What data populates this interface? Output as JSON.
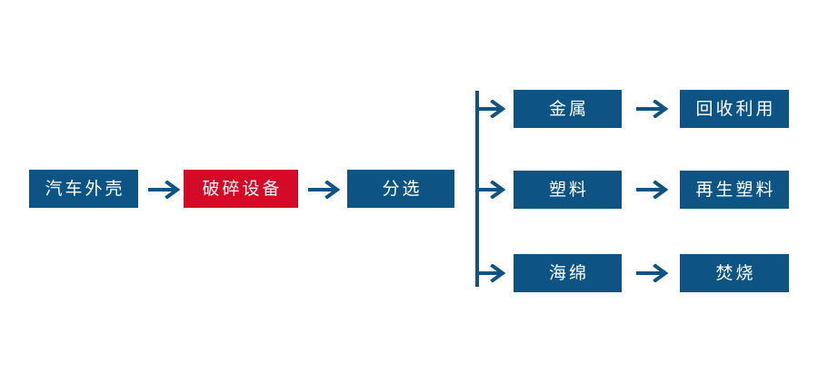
{
  "diagram": {
    "type": "process-flowchart",
    "orientation": "left-to-right",
    "colors": {
      "box_blue": "#0d5383",
      "box_red": "#d40a26",
      "arrow": "#0d5383",
      "text": "#ffffff",
      "background": "#ffffff"
    },
    "main_chain": [
      {
        "id": "car-shell",
        "label": "汽车外壳",
        "color": "blue"
      },
      {
        "id": "crushing-equip",
        "label": "破碎设备",
        "color": "red"
      },
      {
        "id": "sorting",
        "label": "分选",
        "color": "blue"
      }
    ],
    "branches": [
      {
        "id": "metal",
        "material": {
          "id": "metal-material",
          "label": "金属",
          "color": "blue"
        },
        "outcome": {
          "id": "metal-outcome",
          "label": "回收利用",
          "color": "blue"
        }
      },
      {
        "id": "plastic",
        "material": {
          "id": "plastic-material",
          "label": "塑料",
          "color": "blue"
        },
        "outcome": {
          "id": "plastic-outcome",
          "label": "再生塑料",
          "color": "blue"
        }
      },
      {
        "id": "sponge",
        "material": {
          "id": "sponge-material",
          "label": "海绵",
          "color": "blue"
        },
        "outcome": {
          "id": "sponge-outcome",
          "label": "焚烧",
          "color": "blue"
        }
      }
    ],
    "connectors": {
      "chain_arrow_1": "arrow-right",
      "chain_arrow_2": "arrow-right",
      "split_bar": "vertical-distribution-bar",
      "branch_arrow_1": "arrow-right",
      "branch_arrow_2": "arrow-right",
      "branch_arrow_3": "arrow-right",
      "outcome_arrow_1": "arrow-right",
      "outcome_arrow_2": "arrow-right",
      "outcome_arrow_3": "arrow-right"
    }
  }
}
